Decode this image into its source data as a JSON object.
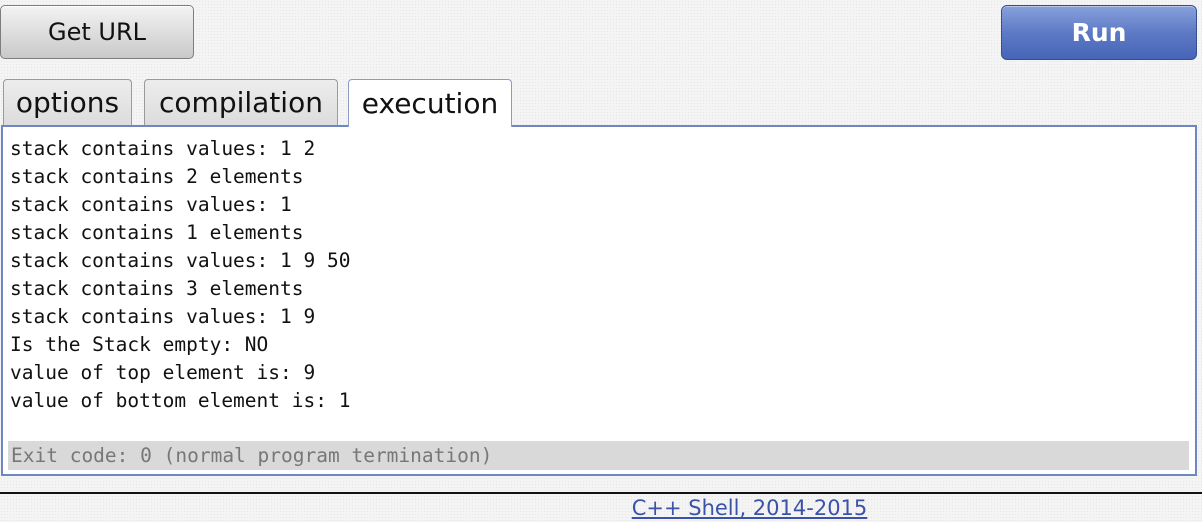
{
  "toolbar": {
    "get_url_label": "Get URL",
    "run_label": "Run"
  },
  "tabs": [
    {
      "label": "options",
      "active": false
    },
    {
      "label": "compilation",
      "active": false
    },
    {
      "label": "execution",
      "active": true
    }
  ],
  "output": {
    "lines": [
      "stack contains values: 1 2",
      "stack contains 2 elements",
      "stack contains values: 1",
      "stack contains 1 elements",
      "stack contains values: 1 9 50",
      "stack contains 3 elements",
      "stack contains values: 1 9",
      "Is the Stack empty: NO",
      "value of top element is: 9",
      "value of bottom element is: 1"
    ],
    "exit_message": "Exit code: 0 (normal program termination)"
  },
  "footer": {
    "link_text": "C++ Shell, 2014-2015"
  },
  "colors": {
    "run_button": "#5e7ac6",
    "panel_border": "#6e87c0",
    "link": "#3a52a8",
    "exit_bar": "#d9d9d9"
  }
}
